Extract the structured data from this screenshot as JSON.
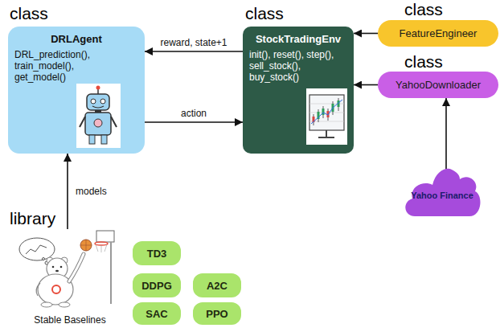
{
  "diagram": {
    "nodes": [
      {
        "text": [
          "class",
          "DRLAgent",
          "DRL_prediction(), train_model(), get_model()"
        ]
      },
      {
        "text": [
          "class",
          "StockTradingEnv",
          "init(), reset(), step(), sell_stock(), buy_stock()"
        ]
      },
      {
        "text": [
          "class",
          "FeatureEngineer"
        ]
      },
      {
        "text": [
          "class",
          "YahooDownloader"
        ]
      },
      {
        "text": [
          "Yahoo Finance"
        ]
      },
      {
        "text": [
          "library",
          "Stable Baselines"
        ]
      },
      {
        "text": [
          "TD3"
        ]
      },
      {
        "text": [
          "DDPG"
        ]
      },
      {
        "text": [
          "A2C"
        ]
      },
      {
        "text": [
          "SAC"
        ]
      },
      {
        "text": [
          "PPO"
        ]
      }
    ],
    "edges": [
      {
        "from": 1,
        "to": 0,
        "arrow": "to",
        "label": "reward, state+1"
      },
      {
        "from": 0,
        "to": 1,
        "arrow": "to",
        "label": "action"
      },
      {
        "from": 2,
        "to": 1,
        "arrow": "to"
      },
      {
        "from": 3,
        "to": 1,
        "arrow": "to"
      },
      {
        "from": 4,
        "to": 3,
        "arrow": "to"
      },
      {
        "from": 5,
        "to": 0,
        "arrow": "to",
        "label": "models"
      }
    ]
  }
}
